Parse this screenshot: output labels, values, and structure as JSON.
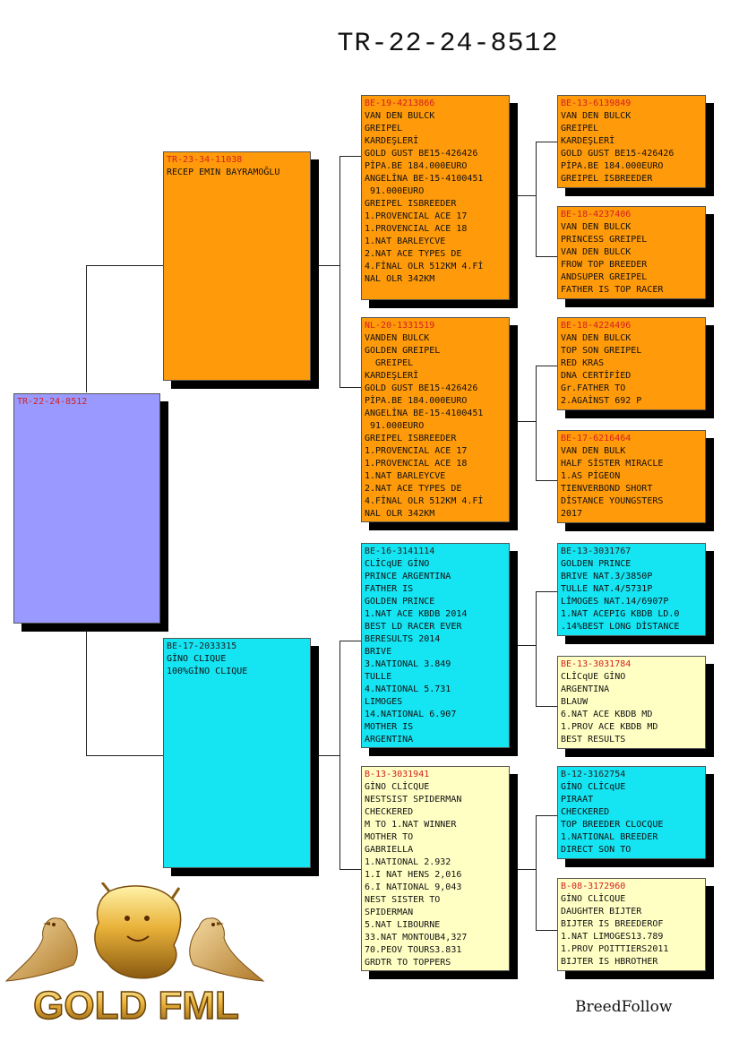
{
  "title": "TR-22-24-8512",
  "footer": "BreedFollow",
  "logo_text": "GOLD FML",
  "colors": {
    "orange": "#ff9a0a",
    "cyan": "#15e4f2",
    "cream": "#ffffc4",
    "violet": "#9999ff",
    "ring_red": "#d42020"
  },
  "subject": {
    "ring": "TR-22-24-8512",
    "lines": []
  },
  "sire": {
    "ring": "TR-23-34-11038",
    "lines": [
      "RECEP EMIN BAYRAMOĞLU"
    ]
  },
  "dam": {
    "ring": "BE-17-2033315",
    "lines": [
      "GİNO CLIQUE",
      "100%GİNO CLIQUE"
    ]
  },
  "sire_sire": {
    "ring": "BE-19-4213866",
    "lines": [
      "VAN DEN BULCK",
      "GREIPEL",
      "KARDEŞLERİ",
      "GOLD GUST BE15-426426",
      "PİPA.BE 184.000EURO",
      "ANGELİNA BE-15-4100451",
      " 91.000EURO",
      "GREIPEL ISBREEDER",
      "1.PROVENCIAL ACE 17",
      "1.PROVENCIAL ACE 18",
      "1.NAT BARLEYCVE",
      "2.NAT ACE TYPES DE",
      "4.FİNAL OLR 512KM 4.Fİ",
      "NAL OLR 342KM"
    ]
  },
  "sire_dam": {
    "ring": "NL-20-1331519",
    "lines": [
      "VANDEN BULCK",
      "GOLDEN GREIPEL",
      "  GREIPEL",
      "KARDEŞLERİ",
      "GOLD GUST BE15-426426",
      "PİPA.BE 184.000EURO",
      "ANGELİNA BE-15-4100451",
      " 91.000EURO",
      "GREIPEL ISBREEDER",
      "1.PROVENCIAL ACE 17",
      "1.PROVENCIAL ACE 18",
      "1.NAT BARLEYCVE",
      "2.NAT ACE TYPES DE",
      "4.FİNAL OLR 512KM 4.Fİ",
      "NAL OLR 342KM"
    ]
  },
  "dam_sire": {
    "ring": "BE-16-3141114",
    "lines": [
      "CLİCqUE GİNO",
      "PRINCE ARGENTINA",
      "FATHER IS",
      "GOLDEN PRINCE",
      "1.NAT ACE KBDB 2014",
      "BEST LD RACER EVER",
      "BERESULTS 2014",
      "BRIVE",
      "3.NATIONAL 3.849",
      "TULLE",
      "4.NATIONAL 5.731",
      "LIMOGES",
      "14.NATIONAL 6.907",
      "MOTHER IS",
      "ARGENTINA"
    ]
  },
  "dam_dam": {
    "ring": "B-13-3031941",
    "lines": [
      "GİNO CLİCQUE",
      "NESTSIST SPIDERMAN",
      "CHECKERED",
      "M TO 1.NAT WINNER",
      "MOTHER TO",
      "GABRIELLA",
      "1.NATIONAL 2.932",
      "1.I NAT HENS 2,016",
      "6.I NATIONAL 9,043",
      "NEST SISTER TO",
      "SPIDERMAN",
      "5.NAT LIBOURNE",
      "33.NAT MONTOUB4,327",
      "70.PEOV TOURS3.831",
      "GRDTR TO TOPPERS"
    ]
  },
  "ss_sire": {
    "ring": "BE-13-6139849",
    "lines": [
      "VAN DEN BULCK",
      "GREIPEL",
      "KARDEŞLERİ",
      "GOLD GUST BE15-426426",
      "PİPA.BE 184.000EURO",
      "GREIPEL ISBREEDER"
    ]
  },
  "ss_dam": {
    "ring": "BE-18-4237406",
    "lines": [
      "VAN DEN BULCK",
      "PRINCESS GREIPEL",
      "VAN DEN BULCK",
      "FROW TOP BREEDER",
      "ANDSUPER GREIPEL",
      "FATHER IS TOP RACER"
    ]
  },
  "sd_sire": {
    "ring": "BE-18-4224496",
    "lines": [
      "VAN DEN BULCK",
      "TOP SON GREIPEL",
      "RED KRAS",
      "DNA CERTİFİED",
      "Gr.FATHER TO",
      "2.AGAİNST 692 P"
    ]
  },
  "sd_dam": {
    "ring": "BE-17-6216464",
    "lines": [
      "VAN DEN BULK",
      "HALF SİSTER MIRACLE",
      "1.AS PİGEON",
      "TIENVERBOND SHORT",
      "DİSTANCE YOUNGSTERS",
      "2017"
    ]
  },
  "ds_sire": {
    "ring": "BE-13-3031767",
    "lines": [
      "GOLDEN PRINCE",
      "BRIVE NAT.3/3850P",
      "TULLE NAT.4/5731P",
      "LİMOGES NAT.14/6907P",
      "1.NAT ACEPIG KBDB LD.0",
      ".14%BEST LONG DİSTANCE"
    ]
  },
  "ds_dam": {
    "ring": "BE-13-3031784",
    "lines": [
      "CLİCqUE GİNO",
      "ARGENTINA",
      "BLAUW",
      "6.NAT ACE KBDB MD",
      "1.PROV ACE KBDB MD",
      "BEST RESULTS"
    ]
  },
  "dd_sire": {
    "ring": "B-12-3162754",
    "lines": [
      "GİNO CLİCqUE",
      "PIRAAT",
      "CHECKERED",
      "TOP BREEDER CLOCQUE",
      "1.NATIONAL BREEDER",
      "DIRECT SON TO"
    ]
  },
  "dd_dam": {
    "ring": "B-08-3172960",
    "lines": [
      "GİNO CLİCQUE",
      "DAUGHTER BIJTER",
      "BIJTER IS BREEDEROF",
      "1.NAT LIMOGES13.789",
      "1.PROV POITTIERS2011",
      "BIJTER IS HBROTHER"
    ]
  }
}
